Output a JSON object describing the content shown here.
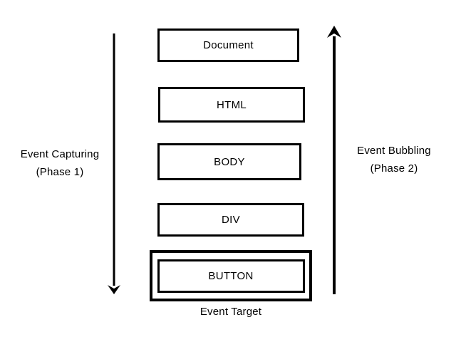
{
  "diagram": {
    "nodes": [
      {
        "label": "Document"
      },
      {
        "label": "HTML"
      },
      {
        "label": "BODY"
      },
      {
        "label": "DIV"
      },
      {
        "label": "BUTTON",
        "highlighted_as_target": true
      }
    ],
    "capturing": {
      "line1": "Event Capturing",
      "line2": "(Phase 1)",
      "arrow_direction": "down"
    },
    "bubbling": {
      "line1": "Event Bubbling",
      "line2": "(Phase 2)",
      "arrow_direction": "up"
    },
    "target_caption": "Event Target"
  },
  "colors": {
    "foreground": "#000000",
    "background": "#ffffff"
  }
}
